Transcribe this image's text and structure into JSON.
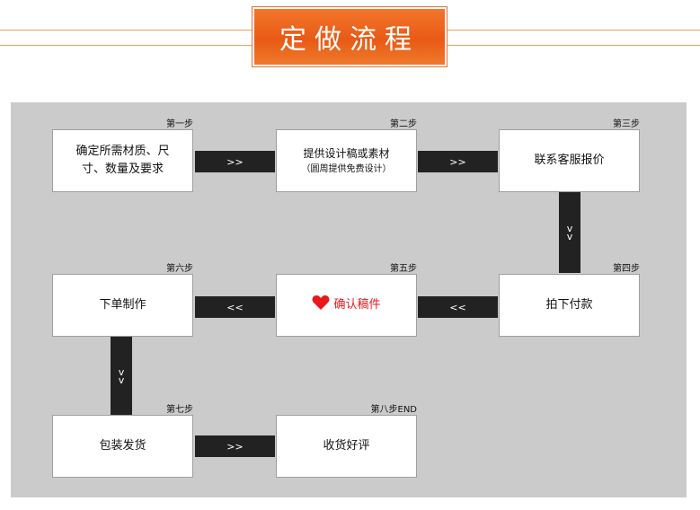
{
  "header": {
    "title": "定做流程"
  },
  "steps": {
    "s1": {
      "label": "第一步",
      "line1": "确定所需材质、尺",
      "line2": "寸、数量及要求"
    },
    "s2": {
      "label": "第二步",
      "line1": "提供设计稿或素材",
      "line2": "（圆周提供免费设计）"
    },
    "s3": {
      "label": "第三步",
      "text": "联系客服报价"
    },
    "s4": {
      "label": "第四步",
      "text": "拍下付款"
    },
    "s5": {
      "label": "第五步",
      "text": "确认稿件"
    },
    "s6": {
      "label": "第六步",
      "text": "下单制作"
    },
    "s7": {
      "label": "第七步",
      "text": "包装发货"
    },
    "s8": {
      "label": "第八步END",
      "text": "收货好评"
    }
  },
  "connectors": {
    "forward": ">>",
    "back": "<<",
    "down1": "v",
    "down2": "v"
  },
  "icons": {
    "heart": "heart-icon"
  },
  "colors": {
    "accent": "#e85a16",
    "heart": "#e8181c",
    "connector": "#222222",
    "panel": "#cbcbcb"
  }
}
